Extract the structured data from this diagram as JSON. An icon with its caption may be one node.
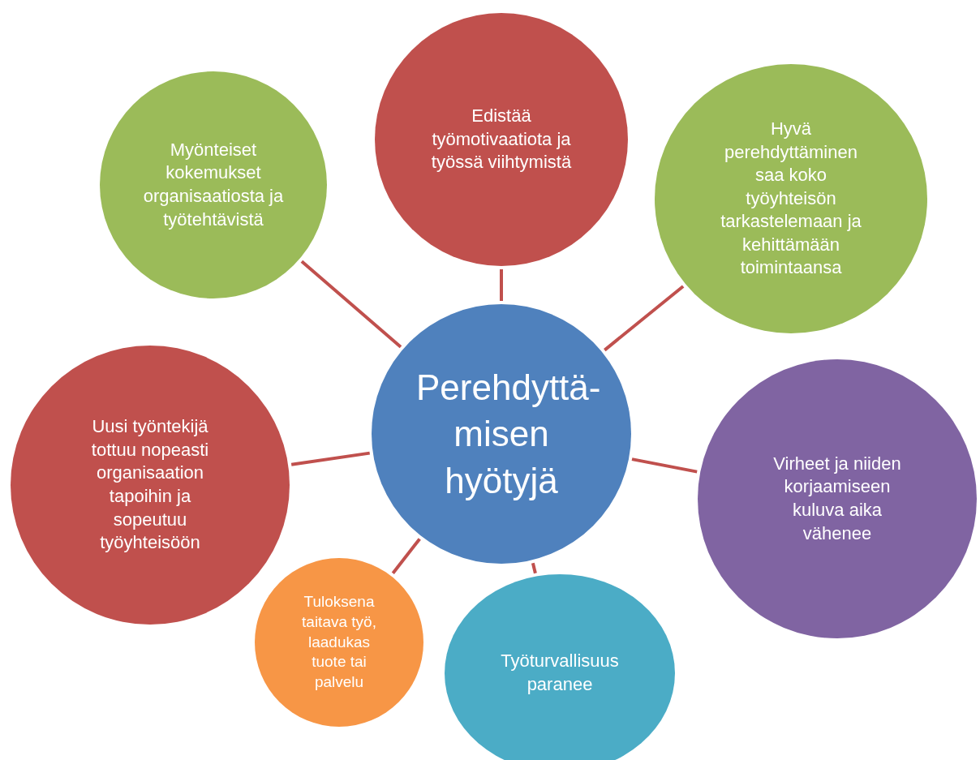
{
  "diagram": {
    "nodes": [
      {
        "text": [
          "Perehdyttä- misen hyötyjä"
        ]
      },
      {
        "text": [
          "Edistää työmotivaatiota ja työssä viihtymistä"
        ]
      },
      {
        "text": [
          "Myönteiset kokemukset organisaatiosta ja työtehtävistä"
        ]
      },
      {
        "text": [
          "Hyvä perehdyttäminen saa koko työyhteisön tarkastelemaan ja kehittämään toimintaansa"
        ]
      },
      {
        "text": [
          "Uusi työntekijä tottuu nopeasti organisaation tapoihin ja sopeutuu työyhteisöön"
        ]
      },
      {
        "text": [
          "Virheet ja niiden korjaamiseen kuluva aika vähenee"
        ]
      },
      {
        "text": [
          "Tuloksena taitava työ, laadukas tuote tai palvelu"
        ]
      },
      {
        "text": [
          "Työturvallisuus paranee"
        ]
      }
    ],
    "edges": [
      {
        "from": 0,
        "to": 1,
        "arrow": "none"
      },
      {
        "from": 0,
        "to": 2,
        "arrow": "none"
      },
      {
        "from": 0,
        "to": 3,
        "arrow": "none"
      },
      {
        "from": 0,
        "to": 4,
        "arrow": "none"
      },
      {
        "from": 0,
        "to": 5,
        "arrow": "none"
      },
      {
        "from": 0,
        "to": 6,
        "arrow": "none"
      },
      {
        "from": 0,
        "to": 7,
        "arrow": "none"
      }
    ]
  }
}
